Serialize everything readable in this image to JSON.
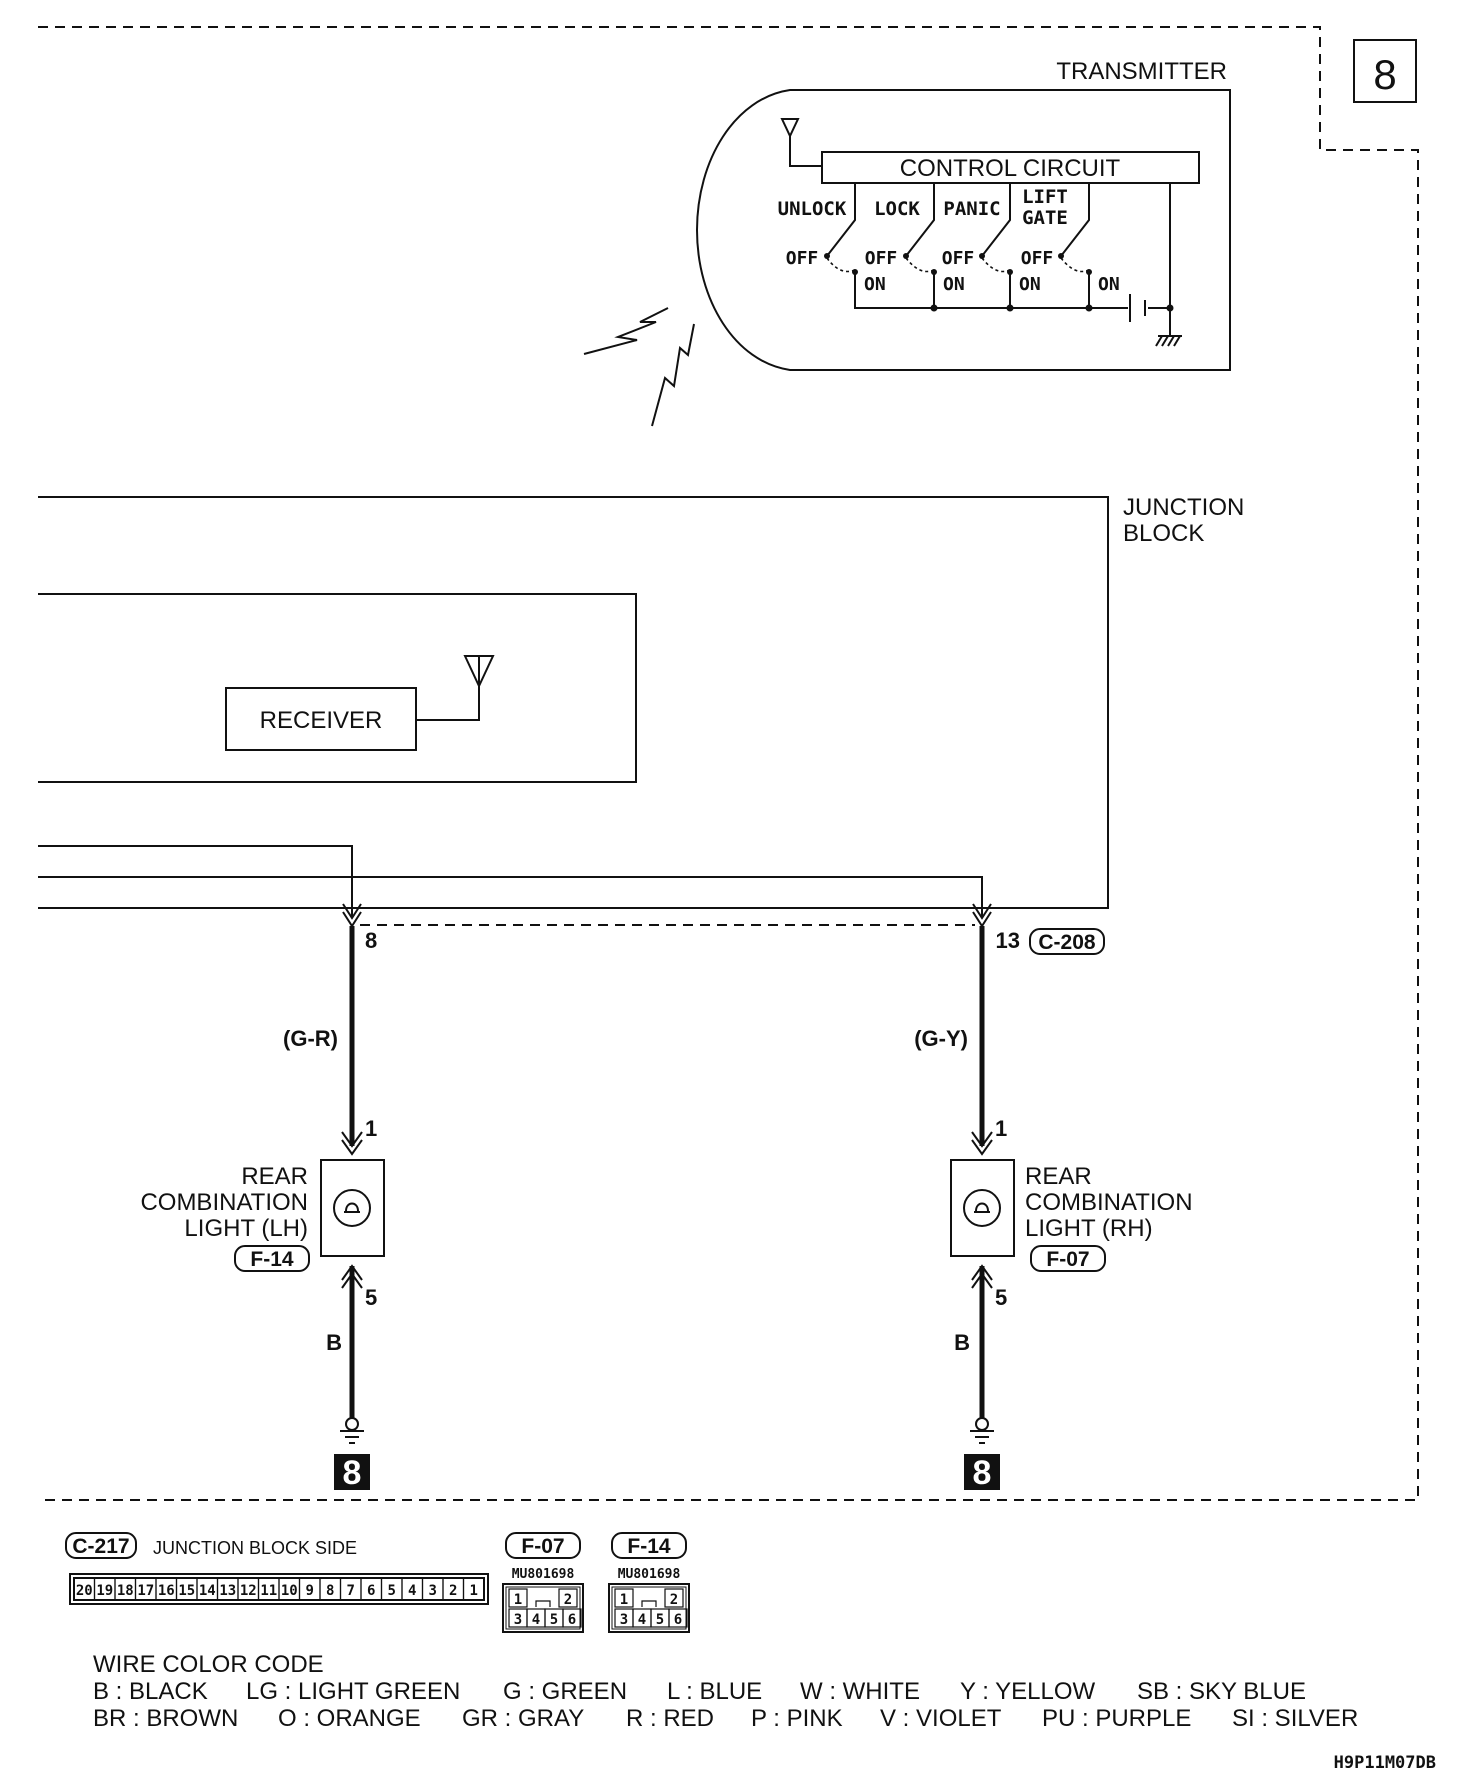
{
  "page_number": "8",
  "transmitter": {
    "title": "TRANSMITTER",
    "control_circuit": "CONTROL CIRCUIT",
    "switches": [
      {
        "name": "UNLOCK",
        "off": "OFF",
        "on": "ON"
      },
      {
        "name": "LOCK",
        "off": "OFF",
        "on": "ON"
      },
      {
        "name": "PANIC",
        "off": "OFF",
        "on": "ON"
      },
      {
        "name_line1": "LIFT",
        "name_line2": "GATE",
        "off": "OFF",
        "on": "ON"
      }
    ]
  },
  "junction_block": {
    "title_line1": "JUNCTION",
    "title_line2": "BLOCK",
    "receiver": "RECEIVER",
    "connector": "C-208"
  },
  "left_circuit": {
    "terminal_top": "8",
    "wire_color": "(G-R)",
    "terminal_in": "1",
    "component_line1": "REAR",
    "component_line2": "COMBINATION",
    "component_line3": "LIGHT (LH)",
    "connector": "F-14",
    "terminal_out": "5",
    "ground_wire": "B",
    "ground_ref": "8"
  },
  "right_circuit": {
    "terminal_top": "13",
    "wire_color": "(G-Y)",
    "terminal_in": "1",
    "component_line1": "REAR",
    "component_line2": "COMBINATION",
    "component_line3": "LIGHT (RH)",
    "connector": "F-07",
    "terminal_out": "5",
    "ground_wire": "B",
    "ground_ref": "8"
  },
  "connectors_legend": {
    "c217": {
      "code": "C-217",
      "label": "JUNCTION BLOCK SIDE",
      "pins": [
        "20",
        "19",
        "18",
        "17",
        "16",
        "15",
        "14",
        "13",
        "12",
        "11",
        "10",
        "9",
        "8",
        "7",
        "6",
        "5",
        "4",
        "3",
        "2",
        "1"
      ]
    },
    "f07": {
      "code": "F-07",
      "part": "MU801698",
      "pins_top": [
        "1",
        "2"
      ],
      "pins_bottom": [
        "3",
        "4",
        "5",
        "6"
      ]
    },
    "f14": {
      "code": "F-14",
      "part": "MU801698",
      "pins_top": [
        "1",
        "2"
      ],
      "pins_bottom": [
        "3",
        "4",
        "5",
        "6"
      ]
    }
  },
  "wire_color_code": {
    "title": "WIRE COLOR CODE",
    "row1": [
      "B : BLACK",
      "LG : LIGHT GREEN",
      "G : GREEN",
      "L : BLUE",
      "W : WHITE",
      "Y : YELLOW",
      "SB : SKY BLUE"
    ],
    "row2": [
      "BR : BROWN",
      "O : ORANGE",
      "GR : GRAY",
      "R : RED",
      "P : PINK",
      "V : VIOLET",
      "PU : PURPLE",
      "SI : SILVER"
    ]
  },
  "figure_code": "H9P11M07DB"
}
